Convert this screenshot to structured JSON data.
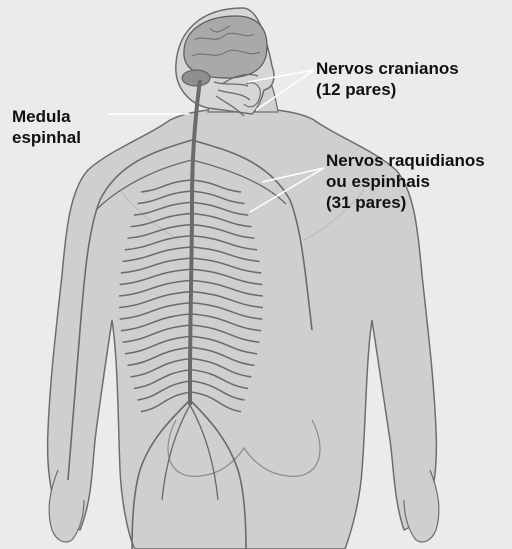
{
  "labels": {
    "medula": {
      "line1": "Medula",
      "line2": "espinhal"
    },
    "cranial_nerves": {
      "line1": "Nervos cranianos",
      "line2": "(12 pares)"
    },
    "spinal_nerves": {
      "line1": "Nervos raquidianos",
      "line2": "ou espinhais",
      "line3": "(31 pares)"
    }
  },
  "colors": {
    "background": "#ebebeb",
    "body_fill": "#cfcfcf",
    "body_outline": "#6e6e6e",
    "nerve": "#6a6a6a",
    "brain": "#a9a9a9",
    "leader_line": "#ffffff",
    "label_text": "#111111"
  }
}
